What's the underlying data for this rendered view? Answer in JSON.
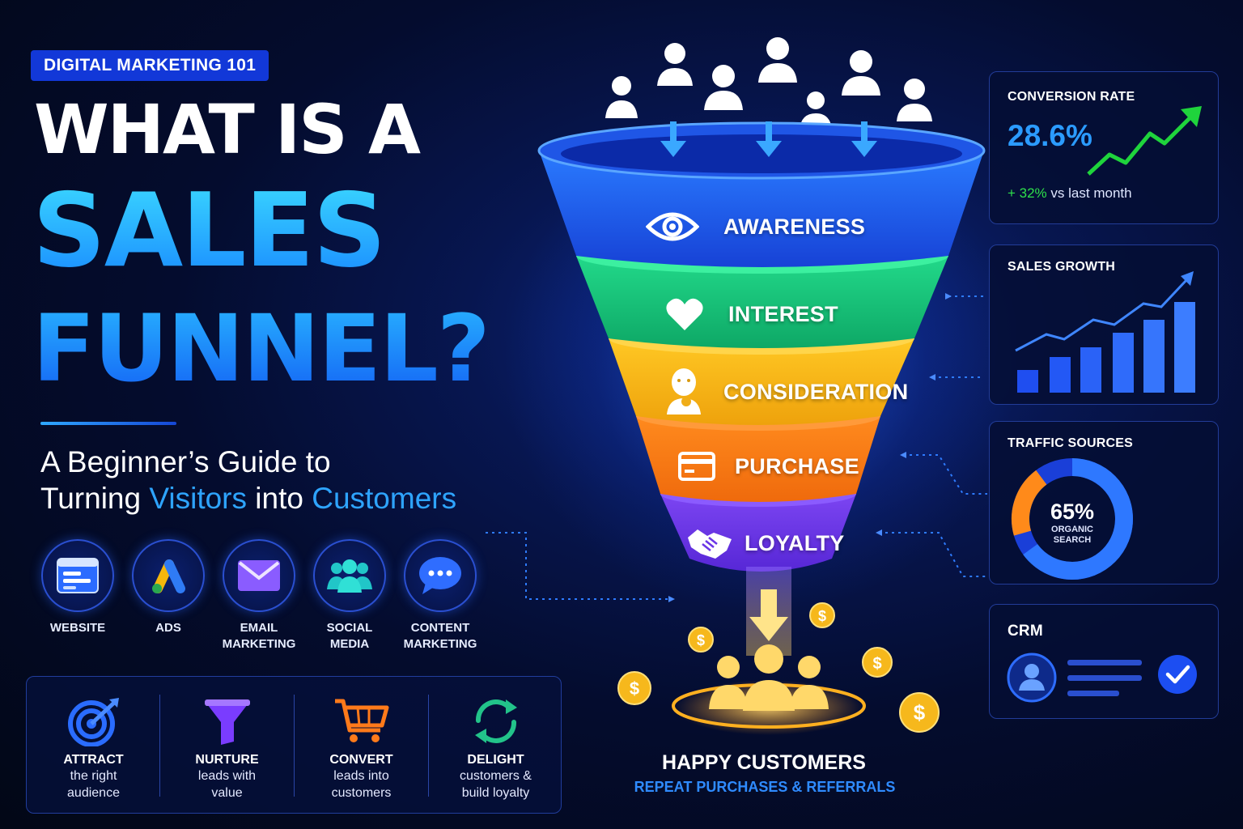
{
  "header": {
    "tag": "DIGITAL MARKETING 101",
    "line1": "WHAT IS A",
    "line2": "SALES",
    "line3": "FUNNEL?",
    "subtitle_line1": "A Beginner’s Guide to",
    "subtitle_pre": "Turning",
    "subtitle_hl1": "Visitors",
    "subtitle_mid": "into",
    "subtitle_hl2": "Customers"
  },
  "channels": [
    {
      "label_1": "WEBSITE",
      "label_2": "",
      "icon": "browser-window-icon"
    },
    {
      "label_1": "ADS",
      "label_2": "",
      "icon": "ads-logo-icon"
    },
    {
      "label_1": "EMAIL",
      "label_2": "MARKETING",
      "icon": "envelope-icon"
    },
    {
      "label_1": "SOCIAL",
      "label_2": "MEDIA",
      "icon": "people-group-icon"
    },
    {
      "label_1": "CONTENT",
      "label_2": "MARKETING",
      "icon": "chat-bubble-icon"
    }
  ],
  "steps": [
    {
      "title": "ATTRACT",
      "line1": "the right",
      "line2": "audience",
      "icon": "target-icon"
    },
    {
      "title": "NURTURE",
      "line1": "leads with",
      "line2": "value",
      "icon": "funnel-icon"
    },
    {
      "title": "CONVERT",
      "line1": "leads into",
      "line2": "customers",
      "icon": "shopping-cart-icon"
    },
    {
      "title": "DELIGHT",
      "line1": "customers &",
      "line2": "build loyalty",
      "icon": "refresh-cycle-icon"
    }
  ],
  "funnel": {
    "stages": [
      {
        "label": "AWARENESS",
        "icon": "eye-icon",
        "color": "#1d5cf0"
      },
      {
        "label": "INTEREST",
        "icon": "heart-icon",
        "color": "#17c07a"
      },
      {
        "label": "CONSIDERATION",
        "icon": "thinking-person-icon",
        "color": "#f4b413"
      },
      {
        "label": "PURCHASE",
        "icon": "credit-card-icon",
        "color": "#f57a12"
      },
      {
        "label": "LOYALTY",
        "icon": "handshake-icon",
        "color": "#6a35e6"
      }
    ],
    "happy_title": "HAPPY CUSTOMERS",
    "happy_subtitle": "REPEAT PURCHASES & REFERRALS"
  },
  "panels": {
    "conversion": {
      "title": "CONVERSION RATE",
      "value": "28.6%",
      "delta": "+ 32%",
      "delta_suffix": "vs last month"
    },
    "sales_growth": {
      "title": "SALES GROWTH"
    },
    "traffic": {
      "title": "TRAFFIC SOURCES",
      "value": "65%",
      "label_1": "ORGANIC",
      "label_2": "SEARCH",
      "share": 0.65
    },
    "crm": {
      "title": "CRM"
    }
  },
  "colors": {
    "accent": "#2ea4ff",
    "positive": "#2ee04b",
    "coin": "#f6b81c"
  }
}
